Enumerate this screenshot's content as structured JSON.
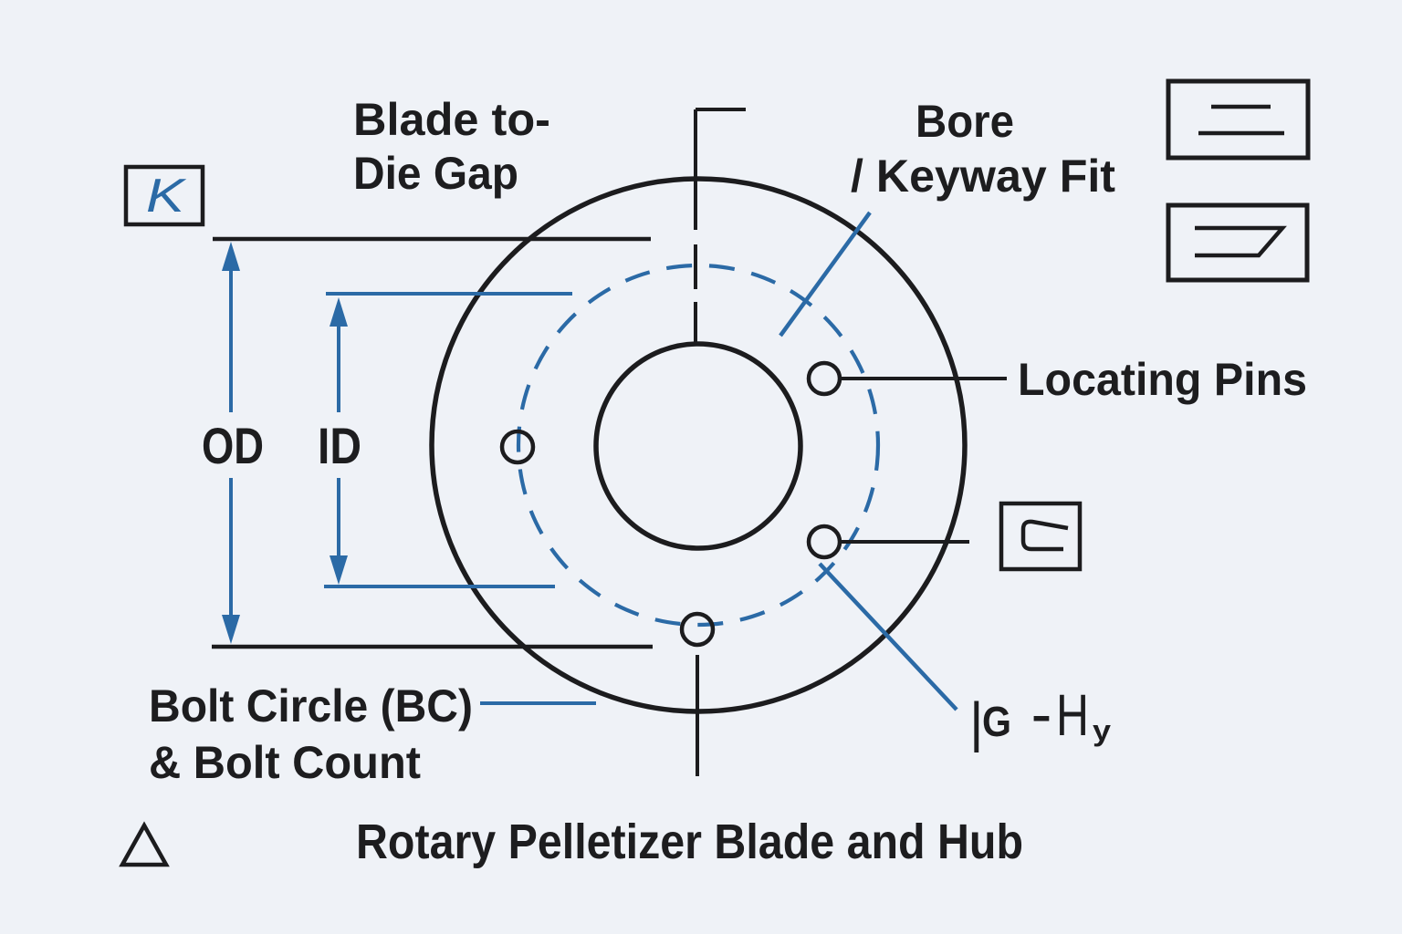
{
  "figure": {
    "caption": "Rotary Pelletizer Blade and Hub"
  },
  "callouts": {
    "blade_to_die_gap": {
      "line1": "Blade to-",
      "line2": "Die Gap"
    },
    "bore_keyway_fit": {
      "line1": "Bore",
      "line2": "/ Keyway Fit"
    },
    "locating_pins": "Locating Pins",
    "bolt_circle": {
      "line1": "Bolt Circle (BC)",
      "line2": "& Bolt Count"
    },
    "outer_diameter": "OD",
    "inner_diameter": "ID",
    "datum_k": "K",
    "datum_reference": {
      "bar": "|",
      "letter_g": "G",
      "dash": "-",
      "letter_h": "H",
      "subscript": "y"
    }
  },
  "icons": {
    "datum_k_frame": "boxed-letter-K",
    "parallel_lines_symbol": "two-parallel-horizontal-lines-in-box",
    "taper_symbol": "tapered-profile-lines-in-box",
    "keyway_profile_symbol": "open-keyway-outline-in-box",
    "triangle_marker": "outlined-triangle"
  },
  "colors": {
    "background": "#EFF2F7",
    "line_black": "#1C1C1E",
    "accent_blue": "#2B6AA6",
    "text": "#1D1D1F"
  }
}
